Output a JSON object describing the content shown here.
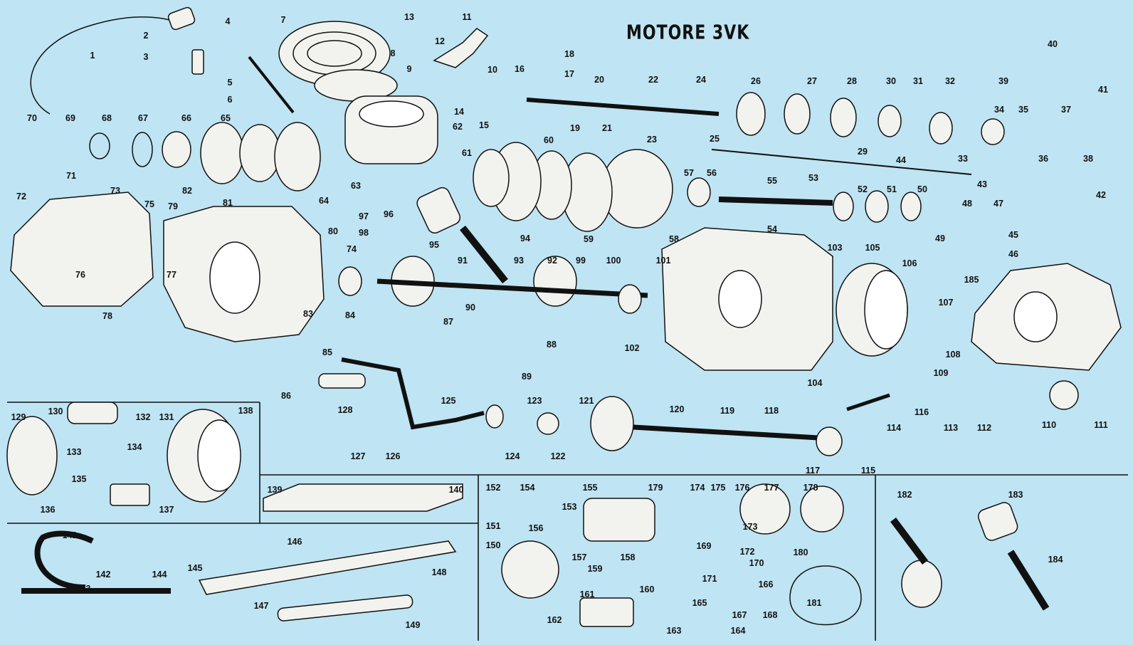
{
  "title": "MOTORE 3VK",
  "colors": {
    "background": "#bfe4f3",
    "ink": "#111111",
    "part_fill": "#f2f2ee"
  },
  "part_numbers": [
    "1",
    "2",
    "3",
    "4",
    "5",
    "6",
    "7",
    "8",
    "9",
    "10",
    "11",
    "12",
    "13",
    "14",
    "15",
    "16",
    "17",
    "18",
    "19",
    "20",
    "21",
    "22",
    "23",
    "24",
    "25",
    "26",
    "27",
    "28",
    "29",
    "30",
    "31",
    "32",
    "33",
    "34",
    "35",
    "36",
    "37",
    "38",
    "39",
    "40",
    "41",
    "42",
    "43",
    "44",
    "45",
    "46",
    "47",
    "48",
    "49",
    "50",
    "51",
    "52",
    "53",
    "54",
    "55",
    "56",
    "57",
    "58",
    "59",
    "60",
    "61",
    "62",
    "63",
    "64",
    "65",
    "66",
    "67",
    "68",
    "69",
    "70",
    "71",
    "72",
    "73",
    "74",
    "75",
    "76",
    "77",
    "78",
    "79",
    "80",
    "81",
    "82",
    "83",
    "84",
    "85",
    "86",
    "87",
    "88",
    "89",
    "90",
    "91",
    "92",
    "93",
    "94",
    "95",
    "96",
    "97",
    "98",
    "99",
    "100",
    "101",
    "102",
    "103",
    "104",
    "105",
    "106",
    "107",
    "108",
    "109",
    "110",
    "111",
    "112",
    "113",
    "114",
    "115",
    "116",
    "117",
    "118",
    "119",
    "120",
    "121",
    "122",
    "123",
    "124",
    "125",
    "126",
    "127",
    "128",
    "129",
    "130",
    "131",
    "132",
    "133",
    "134",
    "135",
    "136",
    "137",
    "138",
    "139",
    "140",
    "141",
    "142",
    "143",
    "144",
    "145",
    "146",
    "147",
    "148",
    "149",
    "150",
    "151",
    "152",
    "153",
    "154",
    "155",
    "156",
    "157",
    "158",
    "159",
    "160",
    "161",
    "162",
    "163",
    "164",
    "165",
    "166",
    "167",
    "168",
    "169",
    "170",
    "171",
    "172",
    "173",
    "174",
    "175",
    "176",
    "177",
    "178",
    "179",
    "180",
    "181",
    "182",
    "183",
    "184",
    "185"
  ]
}
